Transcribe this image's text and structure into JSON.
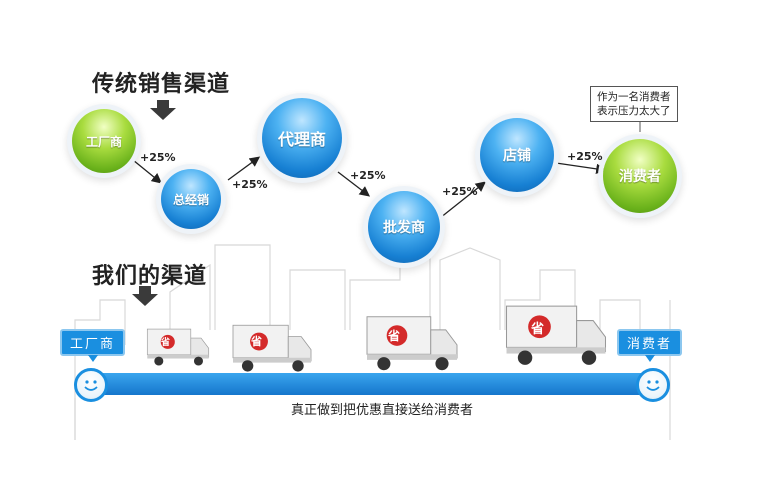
{
  "traditional": {
    "title": "传统销售渠道",
    "nodes": {
      "factory": "工厂商",
      "distributor": "总经销",
      "agent": "代理商",
      "wholesaler": "批发商",
      "store": "店铺",
      "consumer": "消费者"
    },
    "markups": [
      "+25%",
      "+25%",
      "+25%",
      "+25%",
      "+25%"
    ],
    "speech_line1": "作为一名消费者",
    "speech_line2": "表示压力太大了"
  },
  "ours": {
    "title": "我们的渠道",
    "left_tag": "工厂商",
    "right_tag": "消费者",
    "truck_badge": "省",
    "caption": "真正做到把优惠直接送给消费者"
  },
  "colors": {
    "blue": "#1a8fe0",
    "green": "#6ab21b",
    "truck_badge": "#d42a2a"
  }
}
